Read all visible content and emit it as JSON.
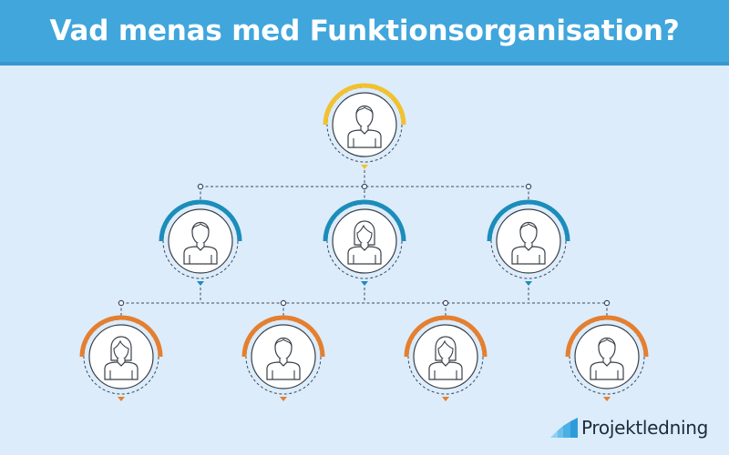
{
  "header": {
    "title": "Vad menas med Funktionsorganisation?"
  },
  "colors": {
    "header_bg": "#40a6dc",
    "background": "#dcecfa",
    "level1_arc": "#f2c12e",
    "level2_arc": "#1b8dbb",
    "level3_arc": "#e57f2f",
    "line": "#3a4a5c"
  },
  "diagram": {
    "levels": [
      {
        "level": 1,
        "color": "yellow",
        "nodes": [
          {
            "id": "top",
            "icon": "person-male-icon"
          }
        ]
      },
      {
        "level": 2,
        "color": "blue",
        "nodes": [
          {
            "id": "mid-1",
            "icon": "person-male-icon"
          },
          {
            "id": "mid-2",
            "icon": "person-female-icon"
          },
          {
            "id": "mid-3",
            "icon": "person-male-icon"
          }
        ]
      },
      {
        "level": 3,
        "color": "orange",
        "nodes": [
          {
            "id": "bottom-1",
            "icon": "person-female-icon"
          },
          {
            "id": "bottom-2",
            "icon": "person-male-icon"
          },
          {
            "id": "bottom-3",
            "icon": "person-female-icon"
          },
          {
            "id": "bottom-4",
            "icon": "person-male-icon"
          }
        ]
      }
    ]
  },
  "logo": {
    "text": "Projektledning",
    "icon": "bar-chart-logo-icon"
  }
}
